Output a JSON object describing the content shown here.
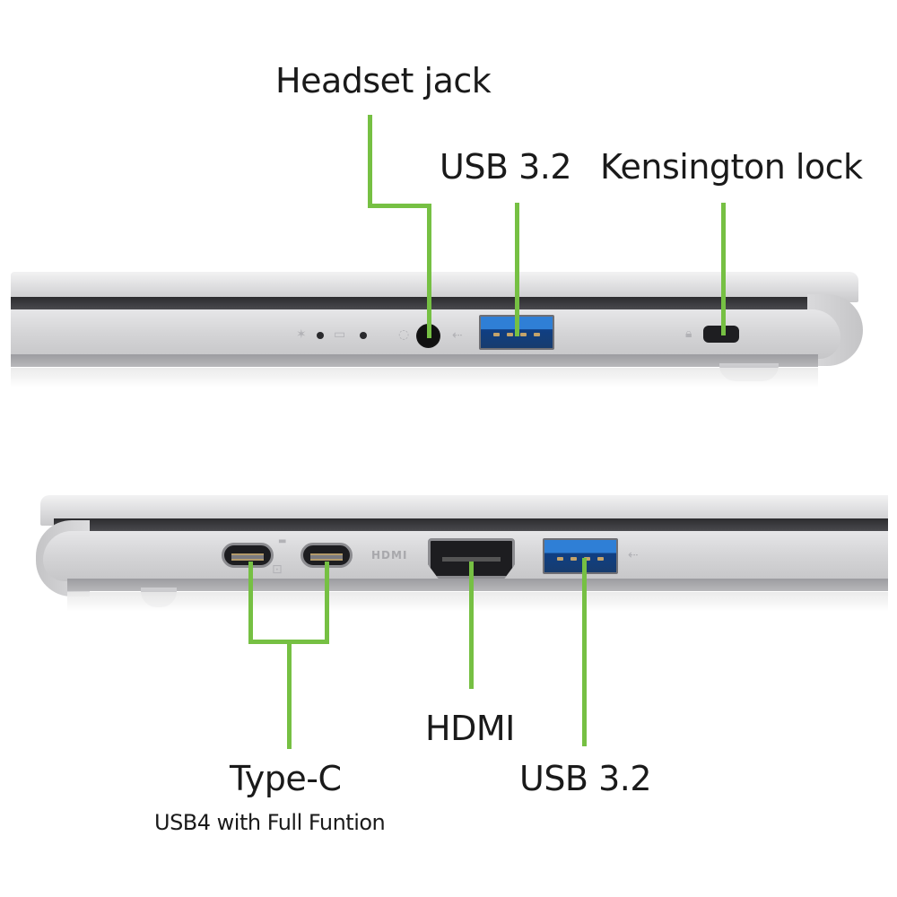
{
  "colors": {
    "accent_line": "#76c043",
    "text": "#1a1a1a",
    "usb_blue": "#2f7fd6",
    "chassis": "#d9d9db"
  },
  "top_view": {
    "side": "right",
    "callouts": [
      {
        "id": "headset",
        "label": "Headset jack"
      },
      {
        "id": "usb_a_right",
        "label": "USB 3.2"
      },
      {
        "id": "kensington",
        "label": "Kensington lock"
      }
    ],
    "indicators": [
      {
        "icon": "power-led-icon"
      },
      {
        "icon": "battery-led-icon"
      }
    ],
    "port_icons": [
      "headset-icon",
      "usb-symbol-icon",
      "lock-symbol-icon"
    ]
  },
  "bottom_view": {
    "side": "left",
    "callouts": [
      {
        "id": "typec",
        "label": "Type-C",
        "sublabel": "USB4 with Full Funtion"
      },
      {
        "id": "hdmi",
        "label": "HDMI"
      },
      {
        "id": "usb_a_left",
        "label": "USB 3.2"
      }
    ],
    "port_markings": {
      "hdmi_logo": "HDMI"
    },
    "port_icons": [
      "thunderbolt-display-icon",
      "usb-symbol-icon"
    ]
  }
}
